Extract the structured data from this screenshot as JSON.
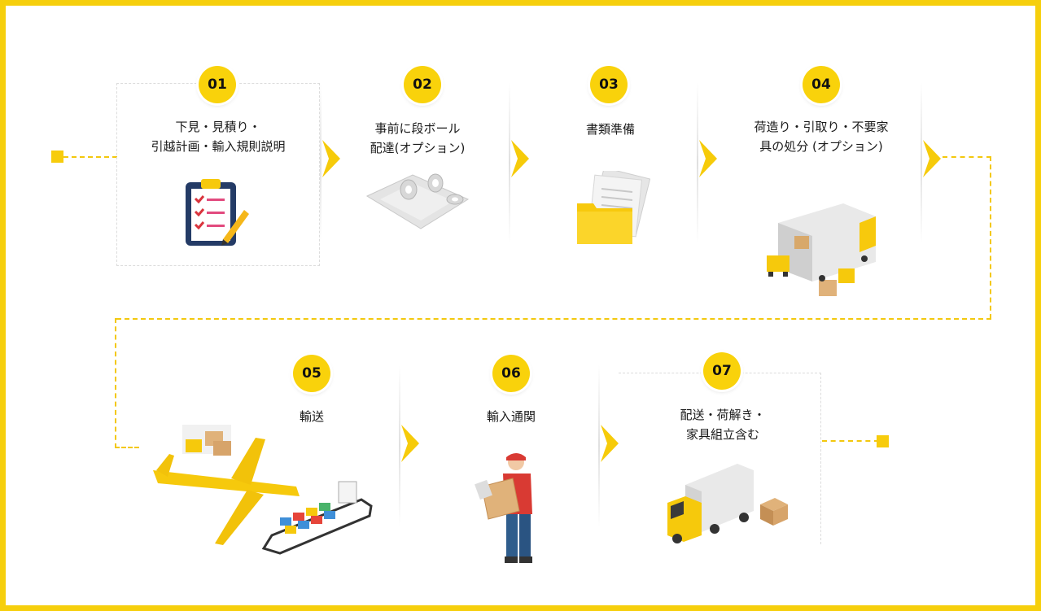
{
  "steps": [
    {
      "num": "01",
      "lines": [
        "下見・見積り・",
        "引越計画・輸入規則説明"
      ],
      "illustration": "clipboard-checklist-icon"
    },
    {
      "num": "02",
      "lines": [
        "事前に段ボール",
        "配達(オプション)"
      ],
      "illustration": "packing-tape-rolls-icon"
    },
    {
      "num": "03",
      "lines": [
        "書類準備"
      ],
      "illustration": "document-folder-icon"
    },
    {
      "num": "04",
      "lines": [
        "荷造り・引取り・不要家",
        "具の処分 (オプション)"
      ],
      "illustration": "truck-loading-icon"
    },
    {
      "num": "05",
      "lines": [
        "輸送"
      ],
      "illustration": "plane-and-cargo-ship-icon"
    },
    {
      "num": "06",
      "lines": [
        "輸入通関"
      ],
      "illustration": "delivery-man-icon"
    },
    {
      "num": "07",
      "lines": [
        "配送・荷解き・",
        "家具組立含む"
      ],
      "illustration": "delivery-truck-icon"
    }
  ],
  "colors": {
    "accent": "#f9d20b",
    "frame": "#f6cf0c",
    "text": "#1a1a1a"
  }
}
